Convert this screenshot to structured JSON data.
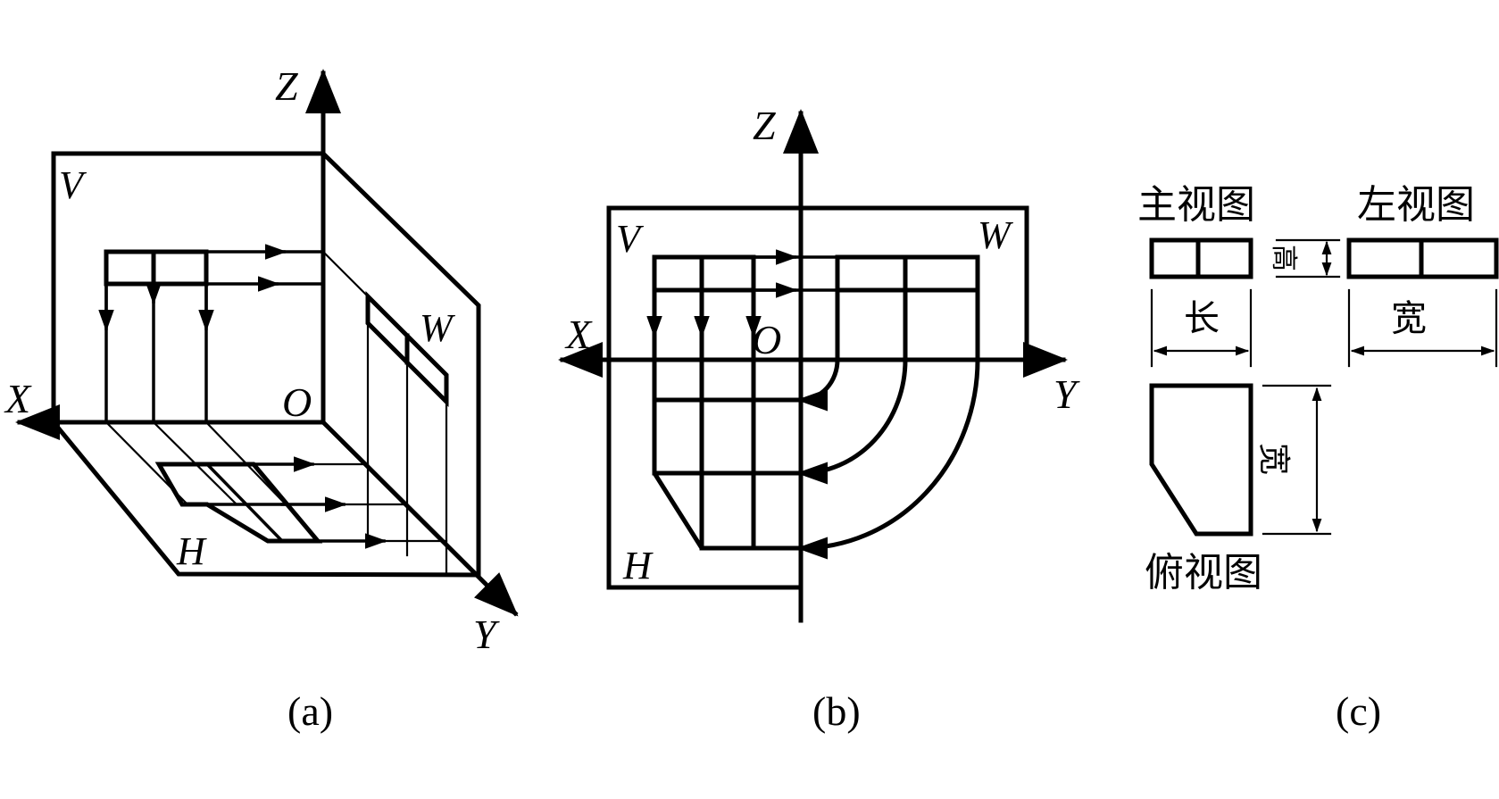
{
  "panel_a": {
    "caption": "(a)",
    "axis_x": "X",
    "axis_y": "Y",
    "axis_z": "Z",
    "origin": "O",
    "plane_v": "V",
    "plane_h": "H",
    "plane_w": "W"
  },
  "panel_b": {
    "caption": "(b)",
    "axis_x": "X",
    "axis_y": "Y",
    "axis_z": "Z",
    "origin": "O",
    "plane_v": "V",
    "plane_h": "H",
    "plane_w": "W"
  },
  "panel_c": {
    "caption": "(c)",
    "front_view": "主视图",
    "left_view": "左视图",
    "top_view": "俯视图",
    "dim_length": "长",
    "dim_height": "高",
    "dim_width_left": "宽",
    "dim_width_top": "宽"
  },
  "colors": {
    "ink": "#000000",
    "background": "#ffffff"
  }
}
